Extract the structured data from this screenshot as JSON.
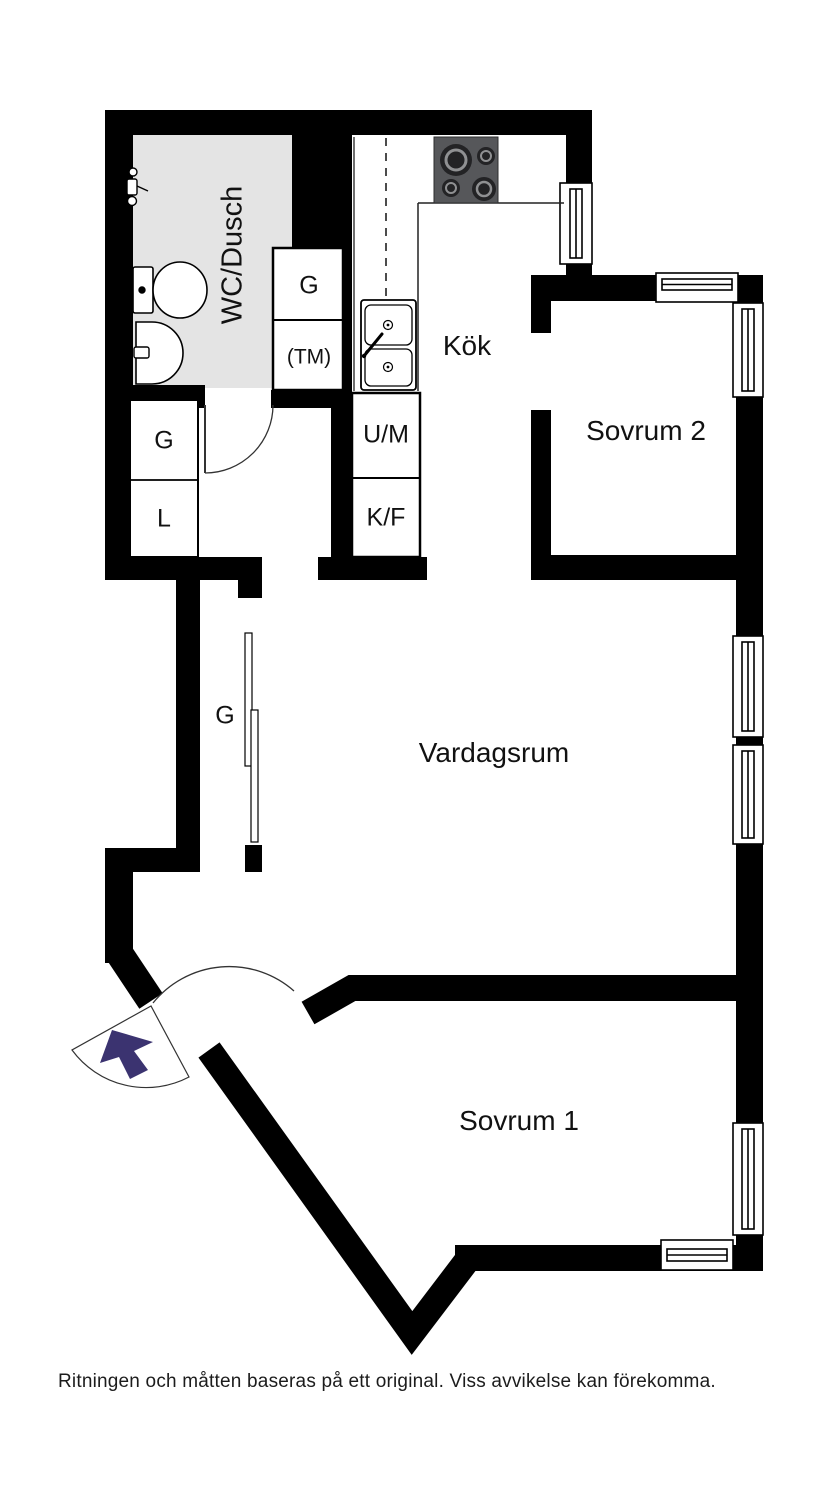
{
  "labels": {
    "bathroom": "WC/Dusch",
    "kitchen": "Kök",
    "bedroom2": "Sovrum 2",
    "living_room": "Vardagsrum",
    "bedroom1": "Sovrum 1",
    "closet_by_bathroom": "G",
    "washer_reserved": "(TM)",
    "hall_closet_g": "G",
    "hall_closet_l": "L",
    "corridor_closet_g": "G",
    "dishwasher": "U/M",
    "fridge_freezer": "K/F",
    "disclaimer": "Ritningen och måtten baseras på ett original. Viss avvikelse kan förekomma."
  },
  "colors": {
    "wall": "#000000",
    "bathroom_floor": "#e4e4e4",
    "entry_arrow": "#3b3370",
    "stove_top": "#56575a",
    "background": "#ffffff"
  },
  "icons": [
    "toilet-icon",
    "bathroom-sink-icon",
    "shower-mixer-icon",
    "stove-icon",
    "kitchen-sink-icon",
    "window-icon",
    "door-swing-icon",
    "sliding-door-icon",
    "entry-arrow-icon"
  ]
}
